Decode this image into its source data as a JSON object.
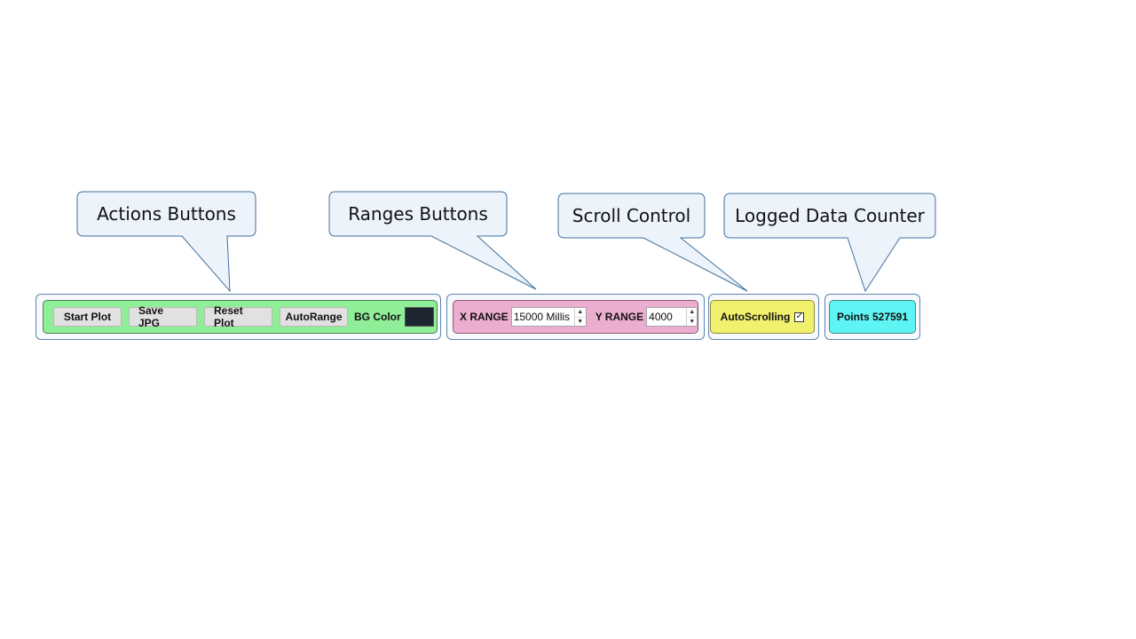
{
  "callouts": {
    "actions": "Actions Buttons",
    "ranges": "Ranges Buttons",
    "scroll": "Scroll Control",
    "counter": "Logged Data Counter"
  },
  "actions_panel": {
    "start_plot": "Start Plot",
    "save_jpg": "Save JPG",
    "reset_plot": "Reset Plot",
    "auto_range": "AutoRange",
    "bg_color_label": "BG Color",
    "bg_color_value": "#1c2530"
  },
  "ranges_panel": {
    "x_range_label": "X RANGE",
    "x_range_value": "15000 Millis",
    "y_range_label": "Y RANGE",
    "y_range_value": "4000"
  },
  "scroll_panel": {
    "autoscroll_label": "AutoScrolling",
    "autoscroll_checked": true
  },
  "counter_panel": {
    "label": "Points 527591"
  },
  "colors": {
    "actions_bg": "#90ee98",
    "ranges_bg": "#ecaed0",
    "scroll_bg": "#f1f16e",
    "counter_bg": "#5ff4f4",
    "callout_fill": "#edf3fb",
    "callout_stroke": "#41719c"
  }
}
